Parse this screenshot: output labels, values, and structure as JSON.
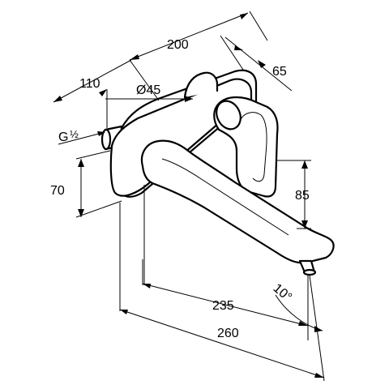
{
  "diagram": {
    "dimensions": {
      "d200": "200",
      "d110": "110",
      "d65": "65",
      "dia45": "Ø45",
      "thread": "G",
      "thread_fraction": "½",
      "d70": "70",
      "d85": "85",
      "d235": "235",
      "d260": "260",
      "angle": "10°"
    }
  }
}
